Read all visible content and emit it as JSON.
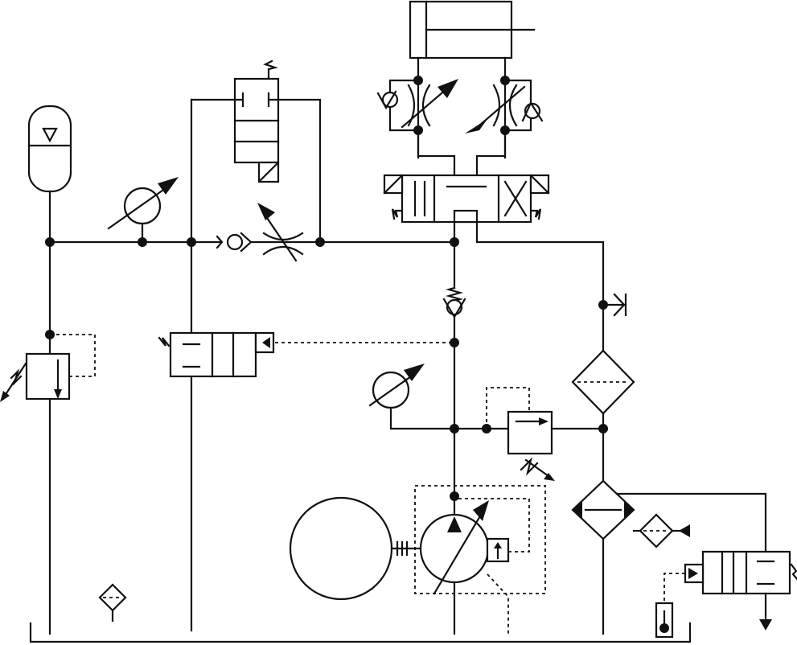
{
  "diagram": {
    "kind": "hydraulic-schematic",
    "stroke_color": "#111111",
    "background_color": "#ffffff",
    "symbols": [
      "double-acting-cylinder",
      "check-valve-throttle-left",
      "check-valve-throttle-right",
      "directional-control-valve-4-3",
      "accumulator",
      "pressure-gauge-upper",
      "check-valve-line",
      "adjustable-throttle",
      "solenoid-valve-2-3",
      "pressure-relief-valve-left",
      "pilot-valve-2-2",
      "check-valve-spring",
      "pressure-gauge-lower",
      "pressure-relief-valve-right",
      "filter-return",
      "cooler",
      "filter-small",
      "electric-motor",
      "variable-pump",
      "solenoid-valve-right",
      "thermometer",
      "breather-filter",
      "quick-coupling",
      "tank-line"
    ]
  }
}
